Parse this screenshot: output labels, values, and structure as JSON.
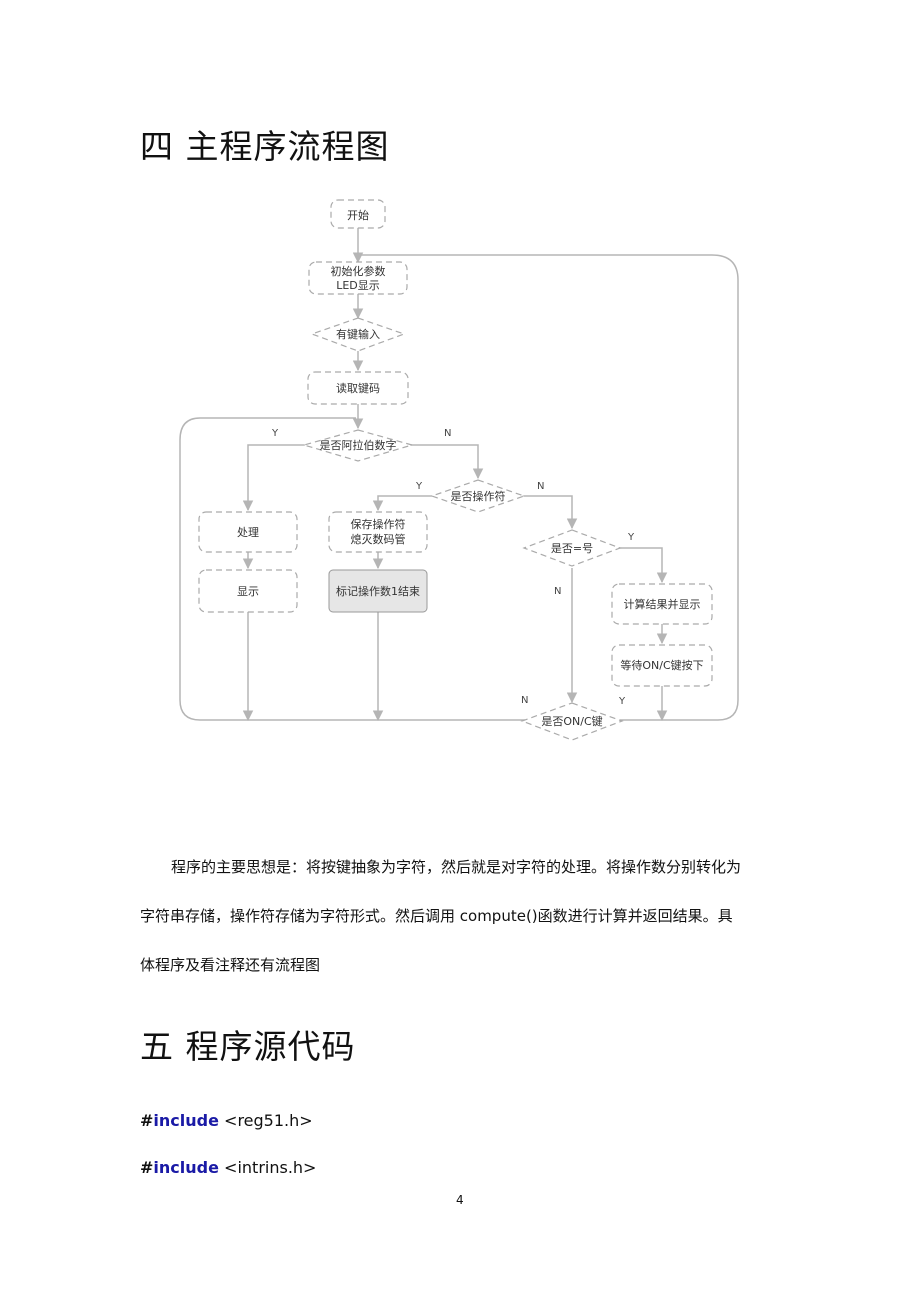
{
  "sections": {
    "four_title": "四  主程序流程图",
    "five_title": "五  程序源代码"
  },
  "flowchart": {
    "nodes": {
      "start": "开始",
      "init_1": "初始化参数",
      "init_2": "LED显示",
      "has_key": "有键输入",
      "read_code": "读取键码",
      "is_digit": "是否阿拉伯数字",
      "is_operator": "是否操作符",
      "is_equal": "是否=号",
      "process": "处理",
      "display": "显示",
      "save_op_1": "保存操作符",
      "save_op_2": "熄灭数码管",
      "mark_end": "标记操作数1结束",
      "compute_show": "计算结果并显示",
      "wait_onc": "等待ON/C键按下",
      "is_onc": "是否ON/C键"
    },
    "labels": {
      "y1": "Y",
      "n1": "N",
      "y2": "Y",
      "n2": "N",
      "y3": "Y",
      "n3": "N",
      "n4": "N",
      "y4": "Y"
    }
  },
  "paragraph": {
    "line1": "程序的主要思想是：将按键抽象为字符，然后就是对字符的处理。将操作数分别转化为",
    "line2": "字符串存储，操作符存储为字符形式。然后调用 compute()函数进行计算并返回结果。具",
    "line3": "体程序及看注释还有流程图"
  },
  "code": {
    "hash": "#",
    "keyword": "include",
    "line1_arg": "<reg51.h>",
    "line2_arg": "<intrins.h>"
  },
  "page_number": "4"
}
